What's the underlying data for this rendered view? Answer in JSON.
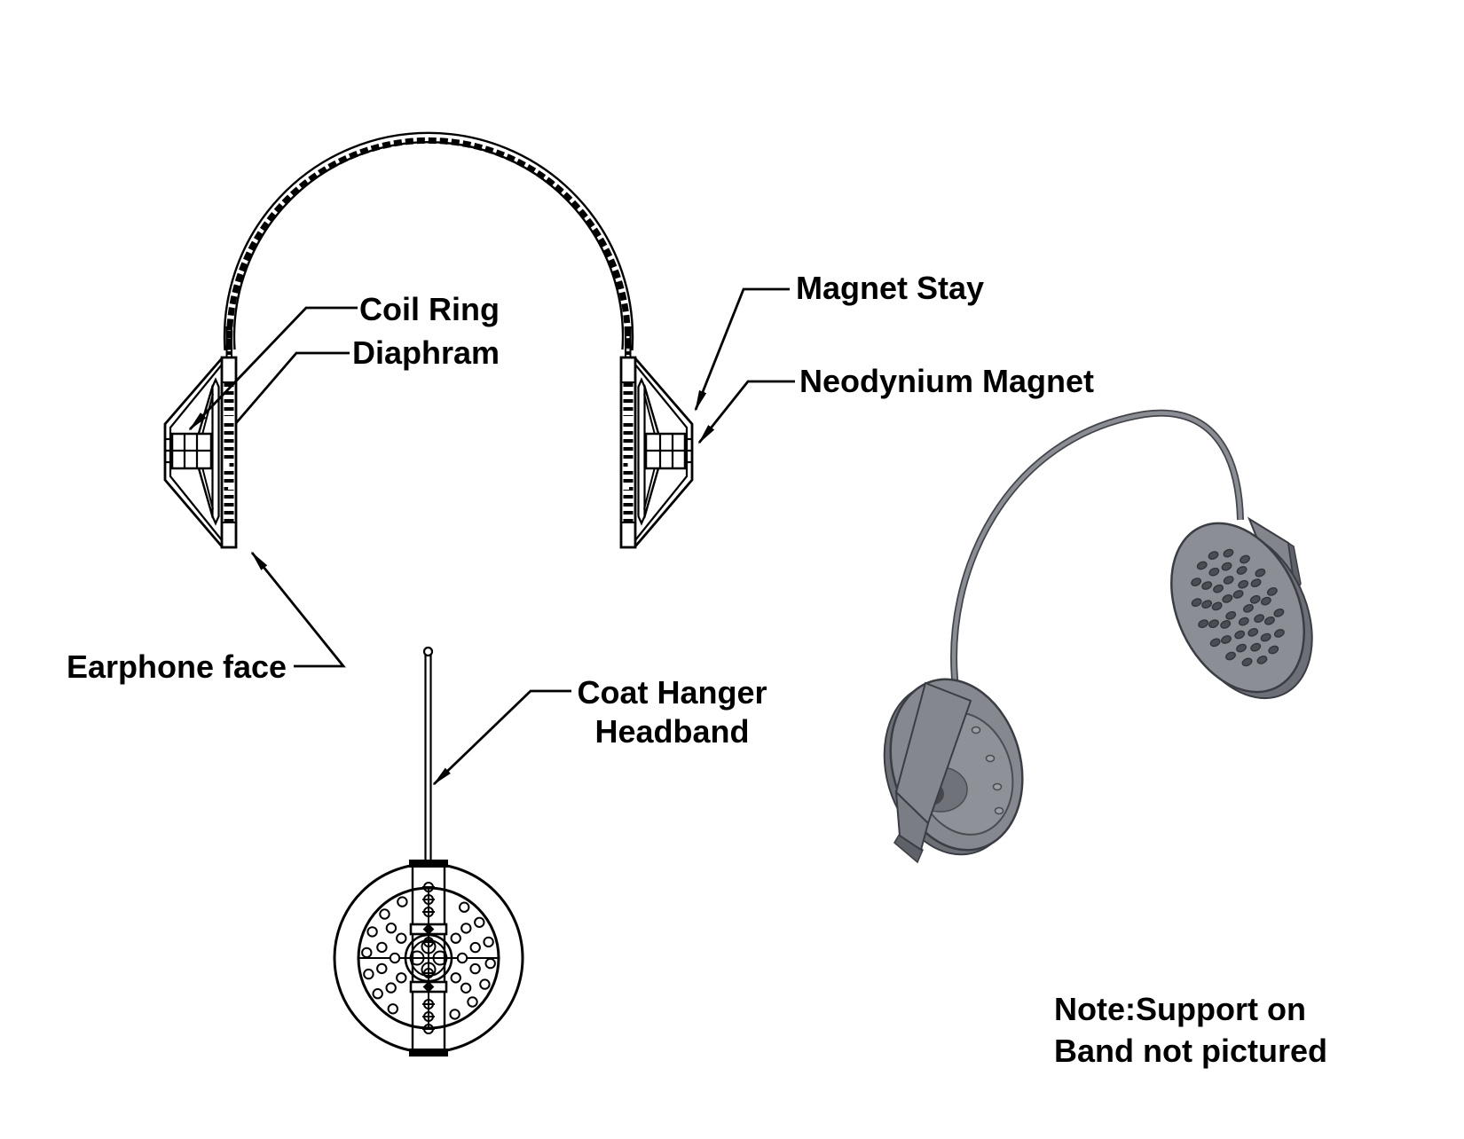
{
  "labels": {
    "coil_ring": "Coil Ring",
    "diaphram": "Diaphram",
    "magnet_stay": "Magnet Stay",
    "neodynium_magnet": "Neodynium Magnet",
    "earphone_face": "Earphone face",
    "coat_hanger_headband": {
      "line1": "Coat Hanger",
      "line2": "Headband"
    },
    "note": {
      "line1": "Note:Support on",
      "line2": "Band not pictured"
    }
  },
  "colors": {
    "background": "#ffffff",
    "line": "#000000",
    "render_body": "#8c8e95",
    "render_body_dark": "#868890",
    "render_inner": "#8f9198",
    "render_rim": "#6d6f76",
    "render_outline": "#3a3d43",
    "render_hole": "#4b4d54",
    "render_pocket": "#45474d",
    "render_wire": "#8b8d94",
    "render_wire_edge": "#43454b",
    "render_rivet": "#9fa1a8"
  }
}
